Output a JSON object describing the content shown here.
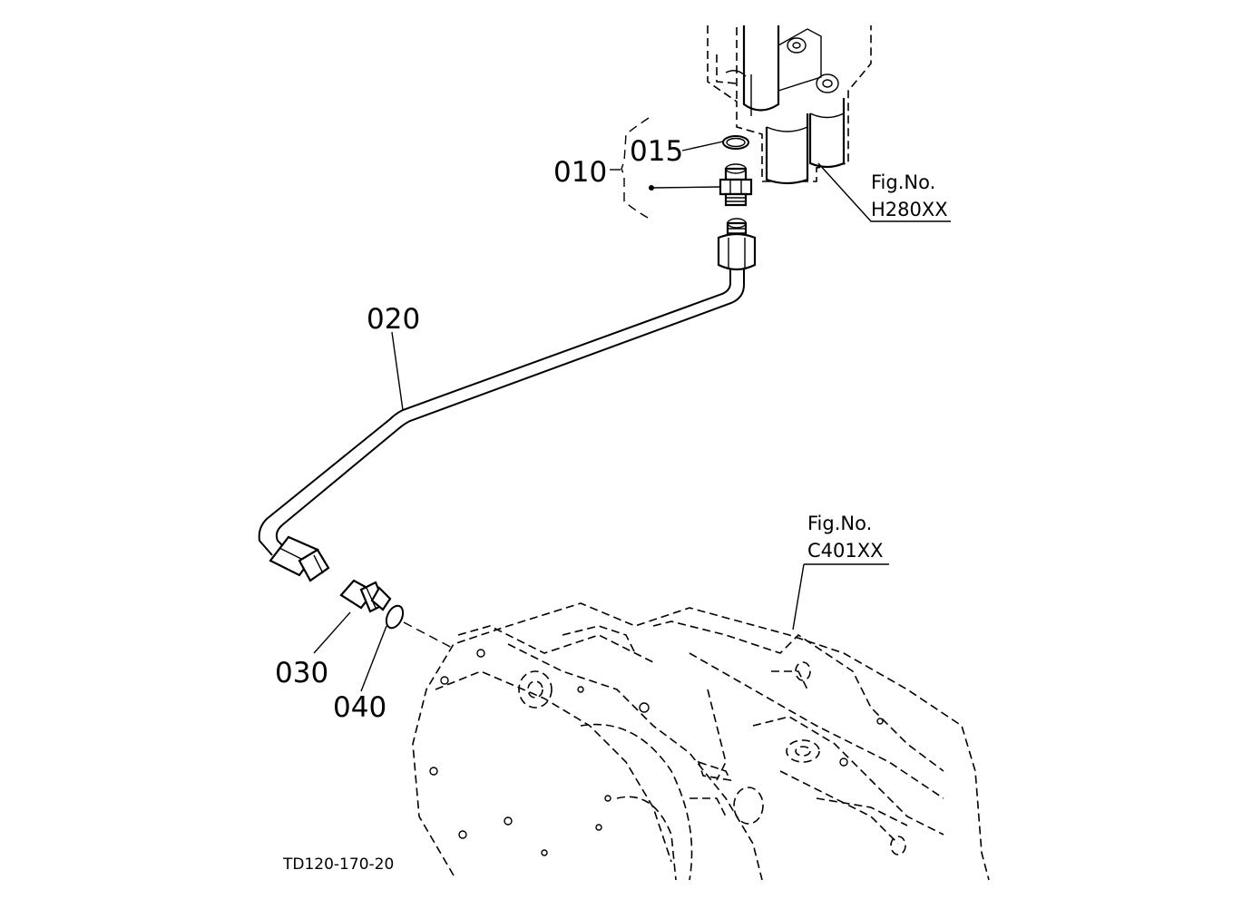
{
  "callouts": {
    "part_010": "010",
    "part_015": "015",
    "part_020": "020",
    "part_030": "030",
    "part_040": "040"
  },
  "references": {
    "upper": {
      "prefix": "Fig.No.",
      "code": "H280XX"
    },
    "lower": {
      "prefix": "Fig.No.",
      "code": "C401XX"
    }
  },
  "drawing_code": "TD120-170-20"
}
